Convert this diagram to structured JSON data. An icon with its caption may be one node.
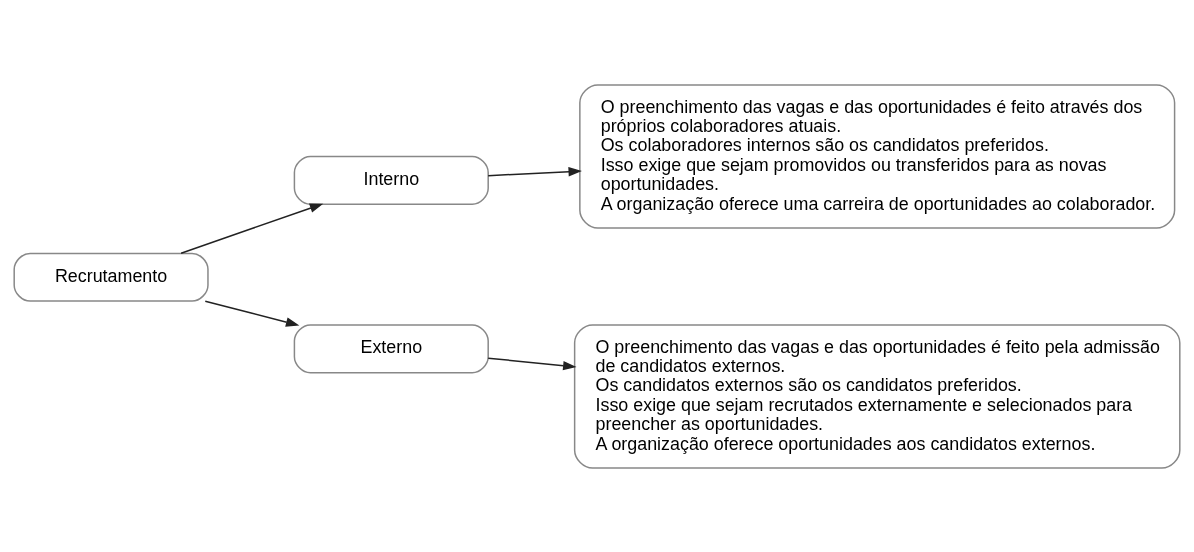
{
  "diagram": {
    "nodes": [
      {
        "text": [
          "Recrutamento"
        ]
      },
      {
        "text": [
          "Interno"
        ]
      },
      {
        "text": [
          "Externo"
        ]
      },
      {
        "text": [
          "O preenchimento das vagas e das oportunidades é feito através dos próprios colaboradores atuais.",
          "Os colaboradores internos são os candidatos preferidos.",
          "Isso exige que sejam promovidos ou transferidos para as novas oportunidades.",
          "A organização oferece uma carreira de oportunidades ao colaborador."
        ]
      },
      {
        "text": [
          "O preenchimento das vagas e das oportunidades é feito pela admissão de candidatos externos.",
          "Os candidatos externos são os candidatos preferidos.",
          "Isso exige que sejam recrutados externamente e selecionados para preencher as oportunidades.",
          "A organização oferece oportunidades aos candidatos externos."
        ]
      }
    ],
    "edges": [
      {
        "from": 0,
        "to": 1,
        "arrow": "to"
      },
      {
        "from": 0,
        "to": 2,
        "arrow": "to"
      },
      {
        "from": 1,
        "to": 3,
        "arrow": "to"
      },
      {
        "from": 2,
        "to": 4,
        "arrow": "to"
      }
    ]
  }
}
